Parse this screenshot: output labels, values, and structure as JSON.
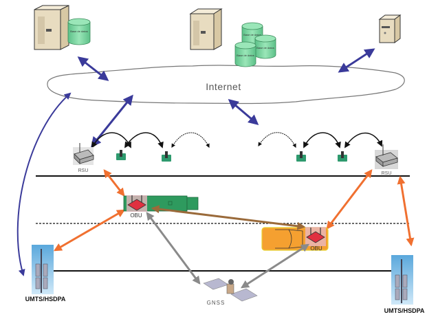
{
  "diagram": {
    "title": "Vehicular network architecture",
    "labels": {
      "internet": "Internet",
      "rsu_left": "RSU",
      "rsu_right": "RSU",
      "obu_truck": "OBU",
      "obu_car": "OBU",
      "gnss": "GNSS",
      "umts_left": "UMTS/HSDPA",
      "umts_right": "UMTS/HSDPA",
      "db_left": "Base de datos",
      "db_center_1": "Base de datos",
      "db_center_2": "Base de datos",
      "db_center_3": "Base de datos"
    },
    "colors": {
      "internet_link": "#3a3a9a",
      "cellular_link": "#f07030",
      "v2v_link": "#9a6a3a",
      "gnss_link": "#8a8a8a",
      "sensor_link": "#111111",
      "truck": "#2e9a5e",
      "car": "#f5a030",
      "db": "#7fd6a0",
      "server": "#e8dcc0",
      "tower": "#8cc8ec",
      "road": "#111111"
    }
  }
}
